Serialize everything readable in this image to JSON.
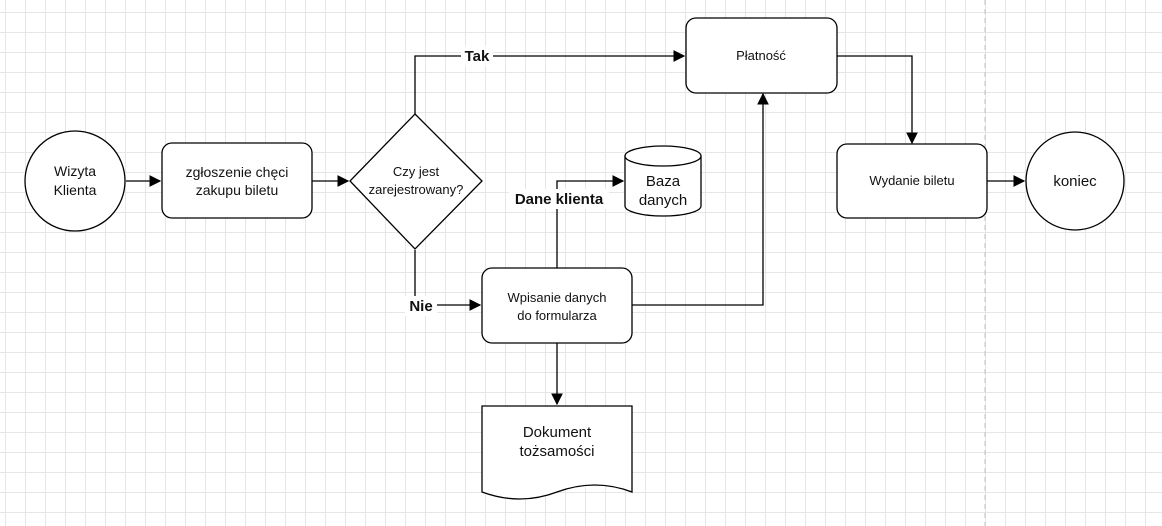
{
  "diagram": {
    "nodes": {
      "wizyta": {
        "lines": [
          "Wizyta",
          "Klienta"
        ]
      },
      "zgloszenie": {
        "lines": [
          "zgłoszenie chęci",
          "zakupu biletu"
        ]
      },
      "decision": {
        "lines": [
          "Czy jest",
          "zarejestrowany?"
        ]
      },
      "platnosc": {
        "lines": [
          "Płatność"
        ]
      },
      "baza": {
        "lines": [
          "Baza",
          "danych"
        ]
      },
      "wpisanie": {
        "lines": [
          "Wpisanie danych",
          "do formularza"
        ]
      },
      "dokument": {
        "lines": [
          "Dokument",
          "tożsamości"
        ]
      },
      "wydanie": {
        "lines": [
          "Wydanie biletu"
        ]
      },
      "koniec": {
        "lines": [
          "koniec"
        ]
      }
    },
    "edge_labels": {
      "tak": "Tak",
      "nie": "Nie",
      "dane_klienta": "Dane klienta"
    }
  }
}
